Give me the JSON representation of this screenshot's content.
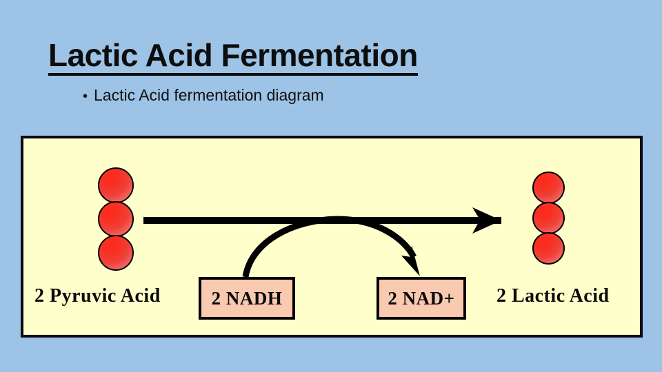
{
  "slide": {
    "title": "Lactic Acid Fermentation",
    "bullets": [
      {
        "marker": "•",
        "text": "Lactic Acid fermentation diagram"
      }
    ],
    "background_color": "#9dc3e6",
    "title_color": "#0d0d0d"
  },
  "diagram": {
    "frame": {
      "background_color": "#ffffcc",
      "border_color": "#0a0a14"
    },
    "reactant": {
      "label": "2 Pyruvic Acid",
      "molecule_count": 3,
      "molecule_color": "#f42e20"
    },
    "product": {
      "label": "2 Lactic Acid",
      "molecule_count": 3,
      "molecule_color": "#f42e20"
    },
    "cofactor_in": {
      "label": "2 NADH",
      "fill_color": "#f9c9b0",
      "border_color": "#000000"
    },
    "cofactor_out": {
      "label": "2 NAD+",
      "fill_color": "#f9c9b0",
      "border_color": "#000000"
    },
    "arrows": {
      "main": {
        "name": "reaction-arrow",
        "direction": "right",
        "color": "#000000"
      },
      "curved": {
        "name": "cofactor-conversion-arrow",
        "direction": "nadh-to-nadplus",
        "color": "#000000"
      }
    }
  }
}
